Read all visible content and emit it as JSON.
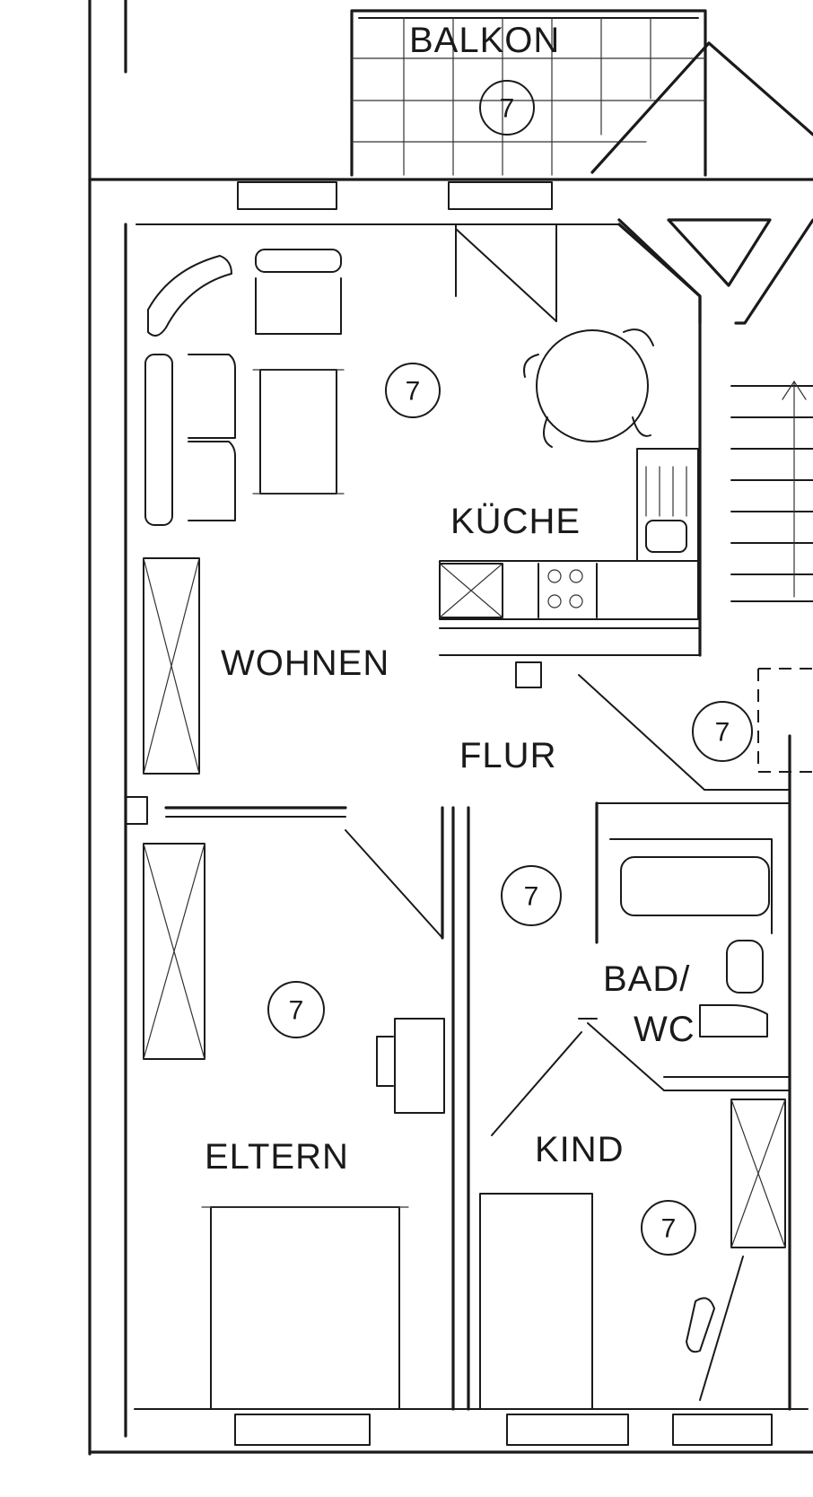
{
  "rooms": {
    "balkon": "BALKON",
    "wohnen": "WOHNEN",
    "kueche": "KÜCHE",
    "flur": "FLUR",
    "bad": "BAD/",
    "wc": "WC",
    "eltern": "ELTERN",
    "kind": "KIND"
  },
  "markers": [
    {
      "id": "balkon",
      "label": "7",
      "highlight": true
    },
    {
      "id": "wohnen",
      "label": "7",
      "highlight": true
    },
    {
      "id": "treppe",
      "label": "7",
      "highlight": true
    },
    {
      "id": "flur",
      "label": "7",
      "highlight": false
    },
    {
      "id": "eltern",
      "label": "7",
      "highlight": true
    },
    {
      "id": "kind",
      "label": "7",
      "highlight": true
    }
  ],
  "colors": {
    "line": "#1a1a1a",
    "marker_highlight": "#f2ef4a",
    "marker_plain": "#ffffff",
    "background": "#ffffff"
  }
}
